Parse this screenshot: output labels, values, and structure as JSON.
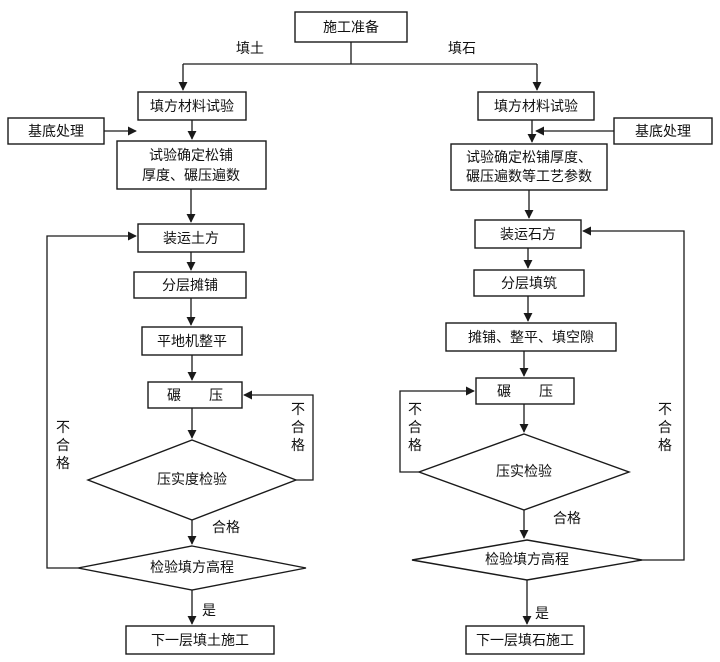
{
  "start": "施工准备",
  "left": {
    "branch_label": "填土",
    "material_test": "填方材料试验",
    "base_treatment": "基底处理",
    "trial_params_line1": "试验确定松铺",
    "trial_params_line2": "厚度、碾压遍数",
    "load_transport": "装运土方",
    "layer_spread": "分层摊铺",
    "grader_level": "平地机整平",
    "compaction": "碾　　压",
    "check_compaction": "压实度检验",
    "check_elevation": "检验填方高程",
    "fail_label": "不合格",
    "fail_label_outer": "不合格",
    "pass_label": "合格",
    "yes_label": "是",
    "next_layer": "下一层填土施工"
  },
  "right": {
    "branch_label": "填石",
    "material_test": "填方材料试验",
    "base_treatment": "基底处理",
    "trial_params_line1": "试验确定松铺厚度、",
    "trial_params_line2": "碾压遍数等工艺参数",
    "load_transport": "装运石方",
    "layer_fill": "分层填筑",
    "spread_level_fill": "摊铺、整平、填空隙",
    "compaction": "碾　　压",
    "check_compaction": "压实检验",
    "check_elevation": "检验填方高程",
    "fail_label": "不合格",
    "fail_label_outer": "不合格",
    "pass_label": "合格",
    "yes_label": "是",
    "next_layer": "下一层填石施工"
  }
}
